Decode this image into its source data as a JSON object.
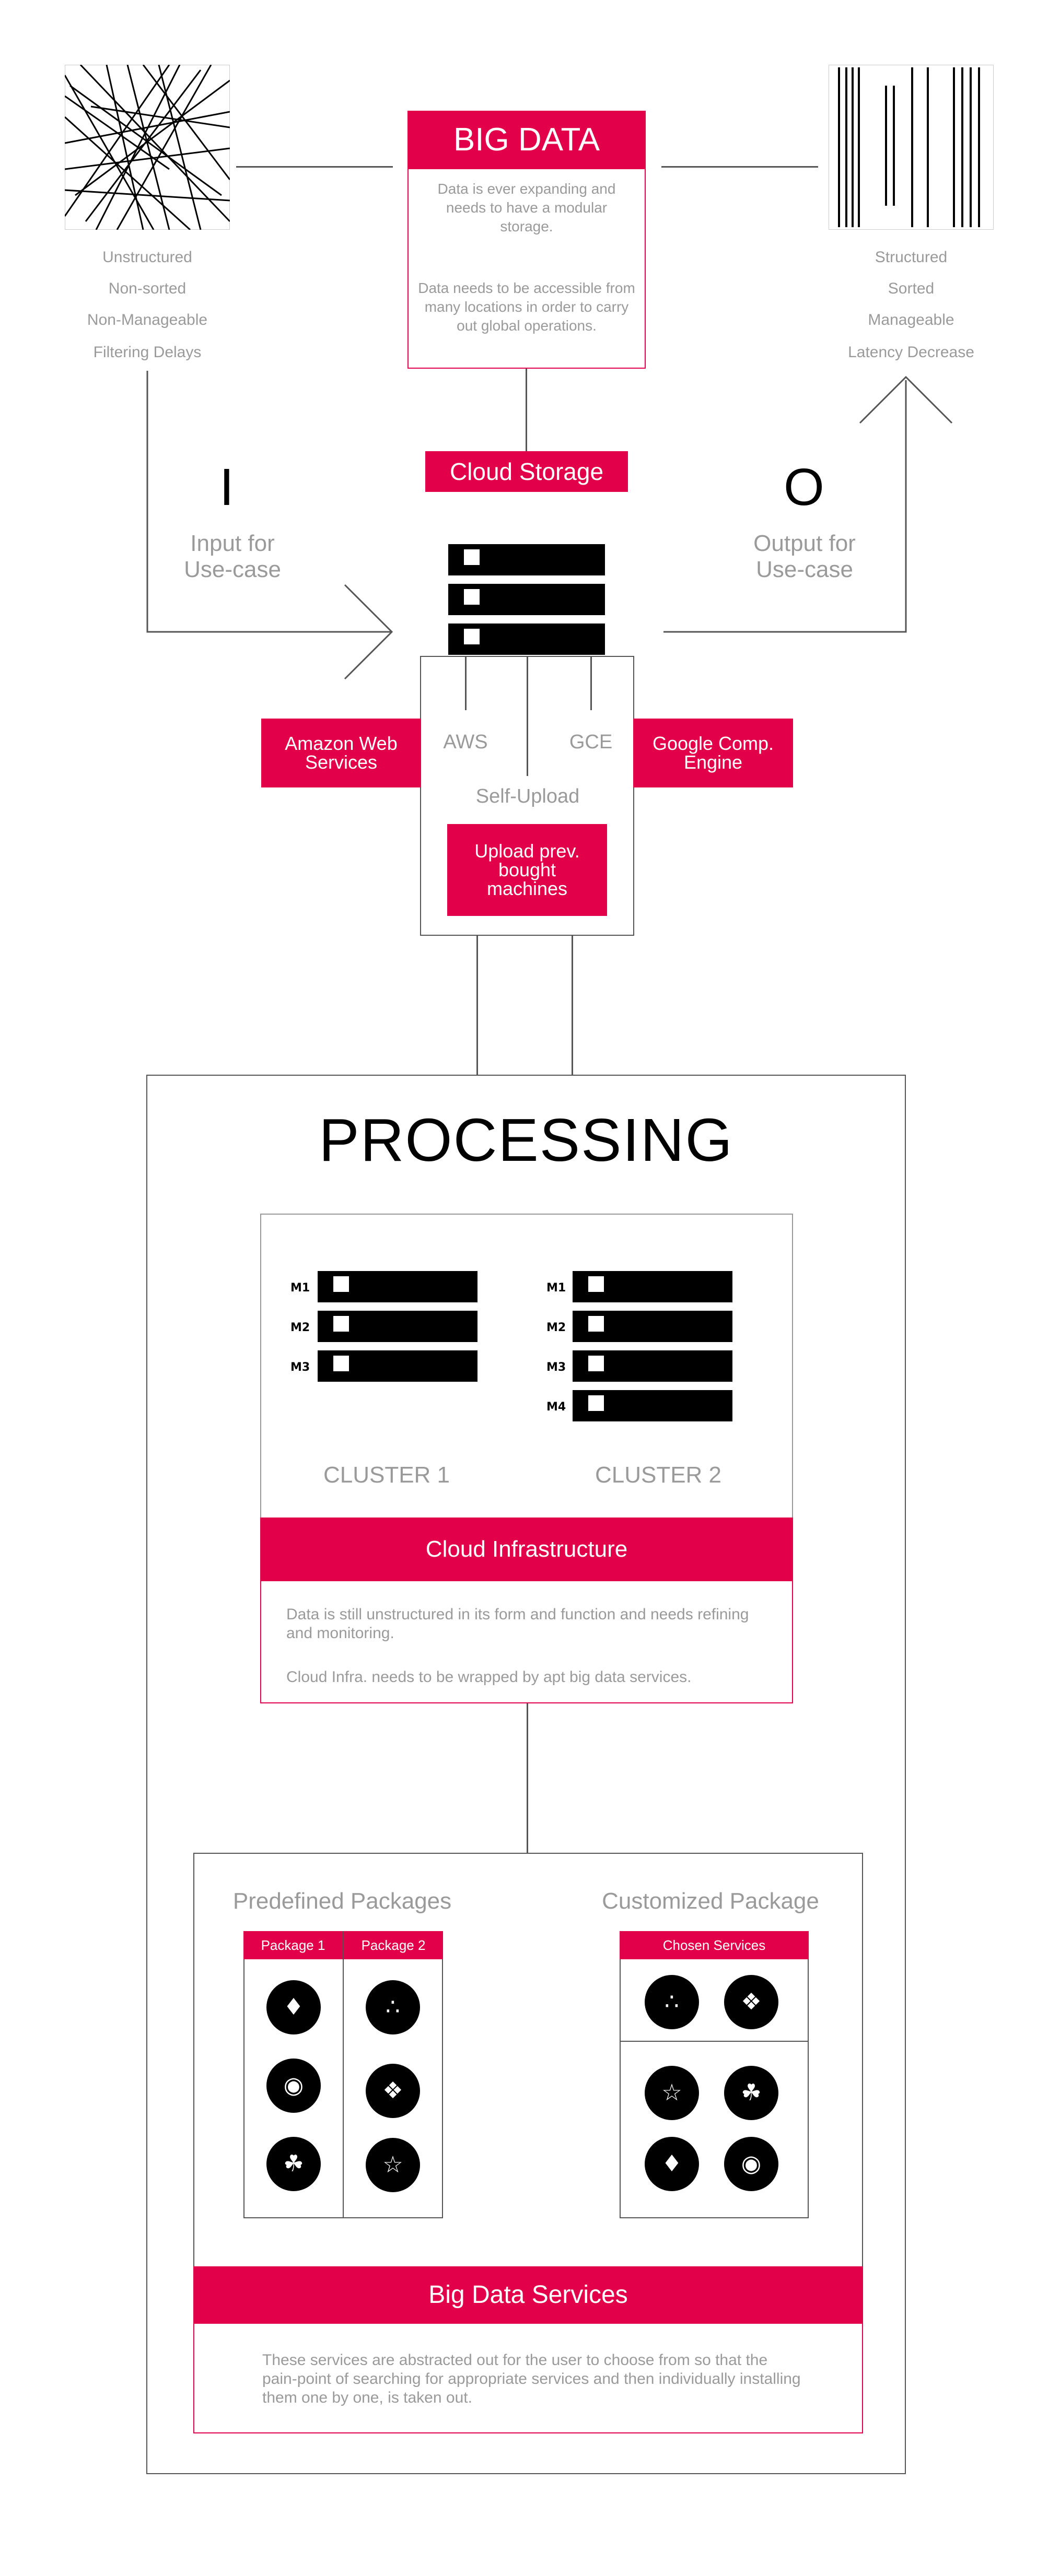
{
  "big_data": {
    "title": "BIG DATA",
    "para1": "Data is ever expanding and needs to have a modular storage.",
    "para2": "Data needs to be accessible from many locations in order to carry out global operations."
  },
  "unstructured_labels": [
    "Unstructured",
    "Non-sorted",
    "Non-Manageable",
    "Filtering Delays"
  ],
  "structured_labels": [
    "Structured",
    "Sorted",
    "Manageable",
    "Latency Decrease"
  ],
  "cloud_storage": "Cloud Storage",
  "input": {
    "letter": "I",
    "label": "Input for Use-case"
  },
  "output": {
    "letter": "O",
    "label": "Output for Use-case"
  },
  "providers": {
    "aws_badge": "Amazon Web Services",
    "gce_badge": "Google Comp. Engine",
    "aws": "AWS",
    "gce": "GCE",
    "self_upload": "Self-Upload",
    "upload_button": "Upload prev. bought machines"
  },
  "processing": {
    "title": "PROCESSING",
    "cluster1": {
      "name": "CLUSTER 1",
      "machines": [
        "M1",
        "M2",
        "M3"
      ]
    },
    "cluster2": {
      "name": "CLUSTER 2",
      "machines": [
        "M1",
        "M2",
        "M3",
        "M4"
      ]
    },
    "cloud_infra": "Cloud Infrastructure",
    "infra_note1": "Data is still unstructured in its form and function and needs refining and monitoring.",
    "infra_note2": "Cloud Infra. needs to be wrapped by apt big data services."
  },
  "services": {
    "predefined_title": "Predefined Packages",
    "customized_title": "Customized Package",
    "package1": "Package 1",
    "package2": "Package 2",
    "chosen": "Chosen Services",
    "bar": "Big Data Services",
    "note": "These services are abstracted out for the user to choose from so that the pain-point of searching for appropriate services and then individually installing them one by one, is taken out.",
    "icons": {
      "p1": [
        "hive-icon",
        "eye-icon",
        "tree-icon"
      ],
      "p2": [
        "nodes-icon",
        "dolphin-icon",
        "star-icon"
      ],
      "chosen_top": [
        "nodes-icon",
        "dolphin-icon"
      ],
      "chosen_rest": [
        "star-icon",
        "tree-icon",
        "hive-icon",
        "eye-icon"
      ]
    }
  },
  "colors": {
    "accent": "#e3004a",
    "line": "#555555",
    "text": "#9a9a9a"
  }
}
